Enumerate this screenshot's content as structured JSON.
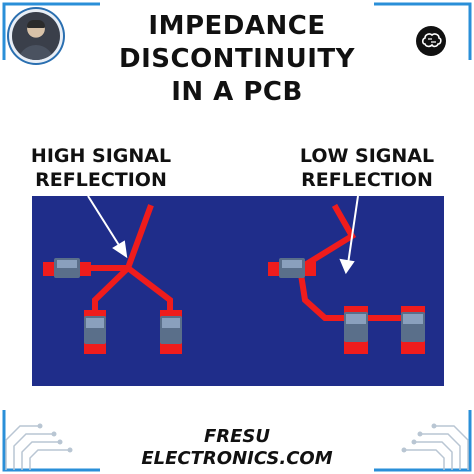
{
  "title": {
    "line1": "IMPEDANCE",
    "line2": "DISCONTINUITY",
    "line3": "IN A PCB"
  },
  "labels": {
    "left_line1": "HIGH SIGNAL",
    "left_line2": "REFLECTION",
    "right_line1": "LOW SIGNAL",
    "right_line2": "REFLECTION"
  },
  "footer": {
    "line1": "FRESU",
    "line2": "ELECTRONICS.COM"
  },
  "colors": {
    "trace": "#ef1c1c",
    "board": "#1f2d8a",
    "frame": "#2a8fd8"
  },
  "icons": [
    "profile-photo",
    "brain-logo-icon",
    "arrow-icon",
    "circuit-corner-decoration"
  ]
}
